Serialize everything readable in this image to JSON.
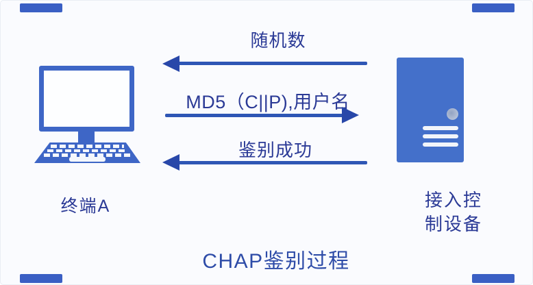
{
  "diagram": {
    "title": "CHAP鉴别过程",
    "nodes": {
      "terminal": {
        "label": "终端A"
      },
      "access_controller": {
        "label_line1": "接入控",
        "label_line2": "制设备"
      }
    },
    "messages": [
      {
        "label": "随机数",
        "direction": "left",
        "from": "接入控制设备",
        "to": "终端A"
      },
      {
        "label": "MD5（C||P),用户名",
        "direction": "right",
        "from": "终端A",
        "to": "接入控制设备"
      },
      {
        "label": "鉴别成功",
        "direction": "left",
        "from": "接入控制设备",
        "to": "终端A"
      }
    ],
    "icons": {
      "terminal": "computer-monitor-keyboard-icon",
      "access_controller": "server-tower-icon"
    },
    "colors": {
      "background": "#FAFBFE",
      "icon_blue": "#3E66C6",
      "tower_blue": "#4470CA",
      "arrow_line_blue": "#2E56B5",
      "arrow_head_blue": "#2847A9",
      "text_navy": "#2B3A96",
      "title_blue": "#2E4CA8",
      "corner_bar_blue": "#3A5FC4"
    }
  }
}
